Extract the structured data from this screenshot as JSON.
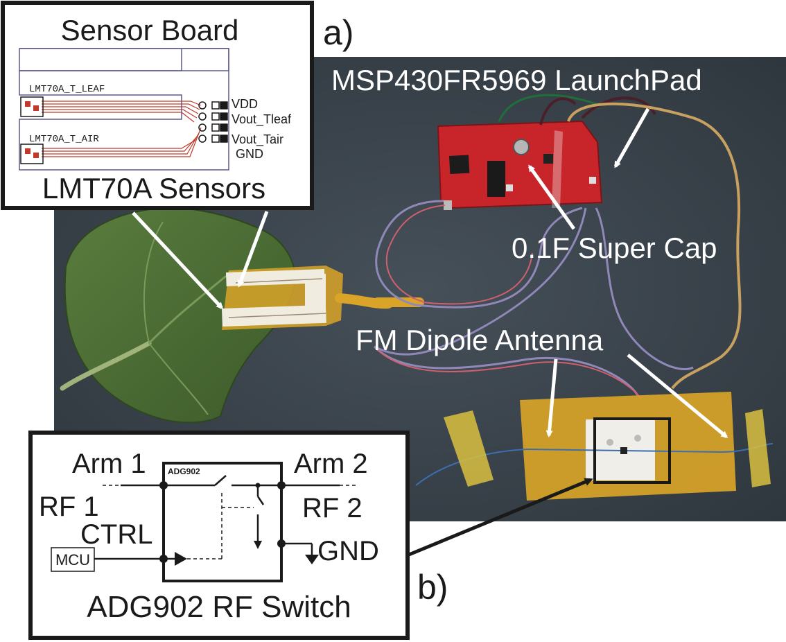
{
  "labels": {
    "panel_a": "a)",
    "panel_b": "b)",
    "launchpad": "MSP430FR5969 LaunchPad",
    "super_cap": "0.1F Super Cap",
    "antenna": "FM Dipole Antenna"
  },
  "sensor_board": {
    "title": "Sensor Board",
    "caption": "LMT70A Sensors",
    "leaf_label": "LMT70A_T_LEAF",
    "air_label": "LMT70A_T_AIR",
    "pins": [
      "VDD",
      "Vout_Tleaf",
      "Vout_Tair",
      "GND"
    ]
  },
  "rf_switch": {
    "caption": "ADG902 RF Switch",
    "chip": "ADG902",
    "arm1": "Arm 1",
    "arm2": "Arm 2",
    "rf1": "RF 1",
    "rf2": "RF 2",
    "ctrl": "CTRL",
    "mcu": "MCU",
    "gnd": "GND"
  },
  "colors": {
    "photo_background": "#39424a",
    "board_red": "#c8252a",
    "leaf_green": "#4a6b34",
    "kapton_amber": "#d9a428",
    "trace_red": "#c0392b"
  }
}
